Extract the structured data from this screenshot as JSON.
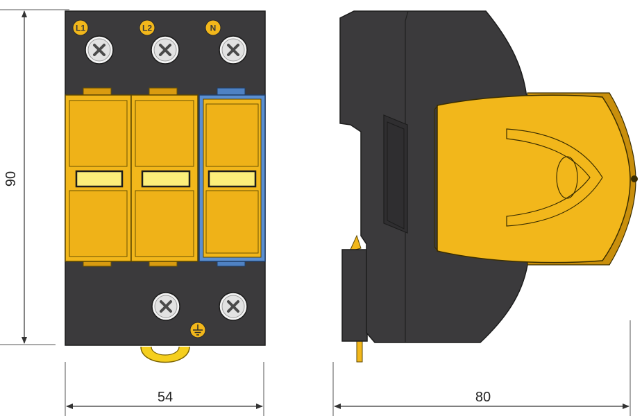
{
  "dimensions": {
    "height_label": "90",
    "front_width_label": "54",
    "side_depth_label": "80"
  },
  "terminals": {
    "l1": "L1",
    "l2": "L2",
    "n": "N"
  },
  "symbols": {
    "ground": "ground-icon"
  },
  "colors": {
    "housing": "#3b3a3c",
    "module_yellow": "#f2b71b",
    "module_blue": "#5b8fd1",
    "window": "#fcee7a",
    "dimension_line": "#333333"
  }
}
